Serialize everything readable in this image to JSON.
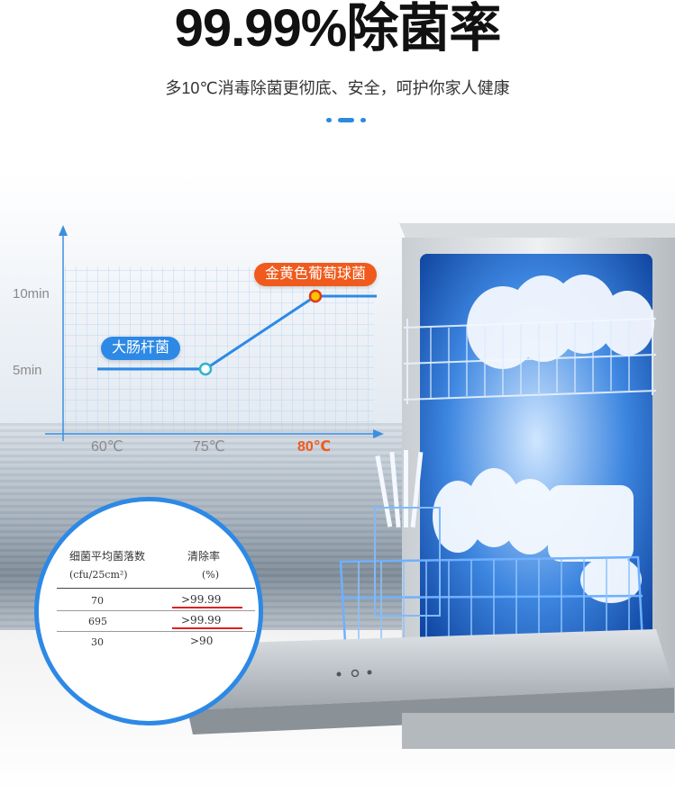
{
  "header": {
    "title": "99.99%除菌率",
    "subtitle": "多10℃消毒除菌更彻底、安全，呵护你家人健康"
  },
  "chart_data": {
    "type": "line",
    "title": "",
    "xlabel": "",
    "ylabel": "",
    "x_categories": [
      "60℃",
      "75℃",
      "80℃"
    ],
    "y_ticks": [
      "10min",
      "5min"
    ],
    "series": [
      {
        "name": "大肠杆菌",
        "x": "75℃",
        "y_label": "5min"
      },
      {
        "name": "金黄色葡萄球菌",
        "x": "80℃",
        "y_label": "10min"
      }
    ],
    "highlight_x": "80℃"
  },
  "table": {
    "headers": [
      "细菌平均菌落数",
      "清除率"
    ],
    "units": [
      "(cfu/25cm²)",
      "(%)"
    ],
    "rows": [
      {
        "count": "70",
        "rate": ">99.99"
      },
      {
        "count": "695",
        "rate": ">99.99"
      },
      {
        "count": "30",
        "rate": ">90"
      }
    ]
  },
  "colors": {
    "accent_blue": "#2d89e5",
    "accent_orange": "#f05a1c"
  }
}
